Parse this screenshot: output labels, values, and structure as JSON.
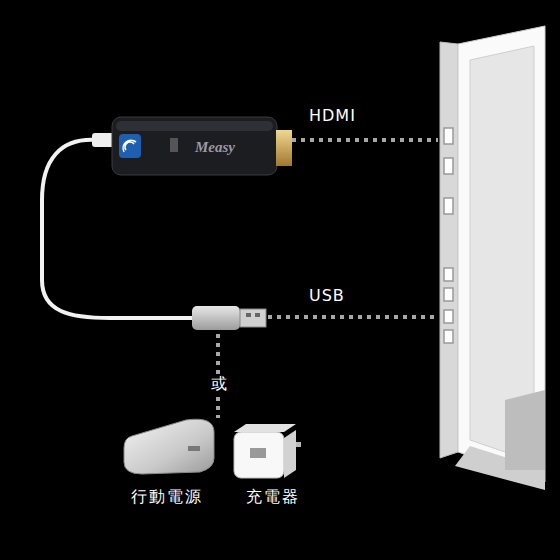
{
  "diagram": {
    "nodes": [
      {
        "text": [
          "Measy"
        ]
      },
      {
        "text": [
          "行動電源"
        ]
      },
      {
        "text": [
          "充電器"
        ]
      }
    ],
    "labels": [
      "HDMI",
      "USB",
      "或"
    ]
  }
}
